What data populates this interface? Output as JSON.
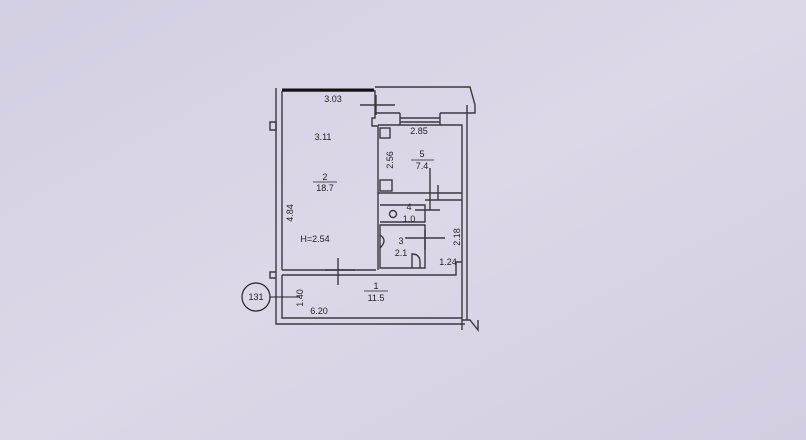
{
  "plan": {
    "apartment_number": "131",
    "ceiling_height": "H=2.54",
    "rooms": [
      {
        "number": "1",
        "area": "11.5"
      },
      {
        "number": "2",
        "area": "18.7"
      },
      {
        "number": "3",
        "area": "2.1"
      },
      {
        "number": "4",
        "area": "1.0"
      },
      {
        "number": "5",
        "area": "7.4"
      }
    ],
    "dimensions": {
      "balcony_width": "3.03",
      "room2_width": "3.11",
      "room2_length": "4.84",
      "kitchen_width": "2.85",
      "kitchen_length": "2.56",
      "corridor_length": "2.18",
      "corridor_width": "1.24",
      "room1_depth": "1.40",
      "room1_width": "6.20"
    }
  }
}
